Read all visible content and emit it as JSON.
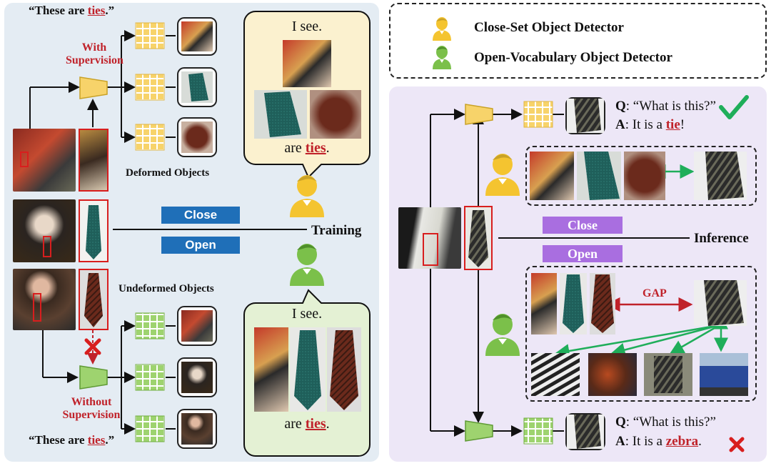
{
  "legend": {
    "close_set": "Close-Set Object Detector",
    "open_vocab": "Open-Vocabulary Object Detector"
  },
  "training": {
    "label": "Training",
    "close_btn": "Close",
    "open_btn": "Open",
    "deformed": "Deformed Objects",
    "undeformed": "Undeformed Objects",
    "with_supervision_1": "With",
    "with_supervision_2": "Supervision",
    "without_supervision_1": "Without",
    "without_supervision_2": "Supervision",
    "quote_top_prefix": "“These are ",
    "quote_top_word": "ties",
    "quote_top_suffix": ".”",
    "quote_bottom_prefix": "“These are ",
    "quote_bottom_word": "ties",
    "quote_bottom_suffix": ".”",
    "bubble_top_title": "I see.",
    "bubble_top_prefix": "are ",
    "bubble_top_word": "ties",
    "bubble_top_suffix": ".",
    "bubble_bottom_title": "I see.",
    "bubble_bottom_prefix": "are ",
    "bubble_bottom_word": "ties",
    "bubble_bottom_suffix": "."
  },
  "inference": {
    "label": "Inference",
    "close_btn": "Close",
    "open_btn": "Open",
    "gap": "GAP",
    "qa_top": {
      "q_label": "Q",
      "q_text": ": “What is this?”",
      "a_label": "A",
      "a_prefix": ":  It is a ",
      "a_word": "tie",
      "a_suffix": "!",
      "result_icon": "check-icon"
    },
    "qa_bottom": {
      "q_label": "Q",
      "q_text": ": “What is this?”",
      "a_label": "A",
      "a_prefix": ": It is a ",
      "a_word": "zebra",
      "a_suffix": ".",
      "result_icon": "cross-icon"
    }
  },
  "colors": {
    "close_set": "#f4c430",
    "open_vocab": "#7bc04a",
    "accent_red": "#c0222a",
    "close_btn_blue": "#1f6fb8",
    "inference_btn_purple": "#a96ee0",
    "green_arrow": "#1fae5a"
  }
}
